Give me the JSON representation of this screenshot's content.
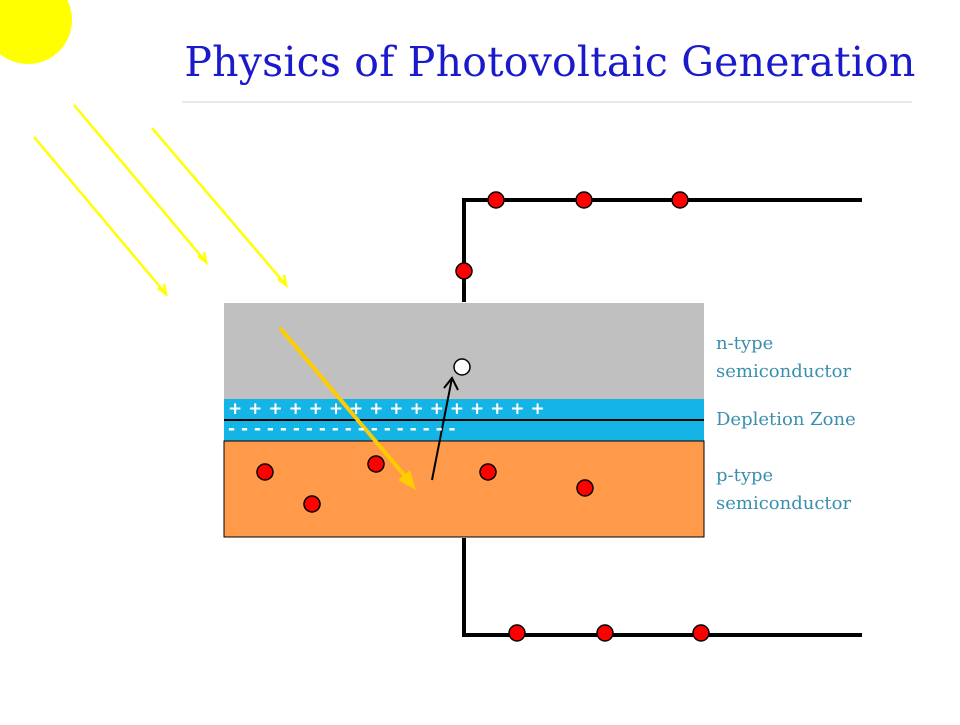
{
  "title": "Physics of Photovoltaic Generation",
  "labels": {
    "n_type": "n-type\nsemiconductor",
    "depletion": "Depletion Zone",
    "p_type": "p-type\nsemiconductor"
  },
  "charges": {
    "plus": "+ + + + + + + + + + + + + + + +",
    "minus": "- - - - - - - - - - - - - - - - - -"
  },
  "colors": {
    "title": "#1a1acc",
    "label": "#3a8fb0",
    "sun": "#ffff00",
    "n_layer": "#c0c0c0",
    "depletion": "#14b4e6",
    "p_layer": "#ff9a4a",
    "electron": "#ff0000",
    "wire": "#000000",
    "photon_path": "#ffcc00"
  }
}
